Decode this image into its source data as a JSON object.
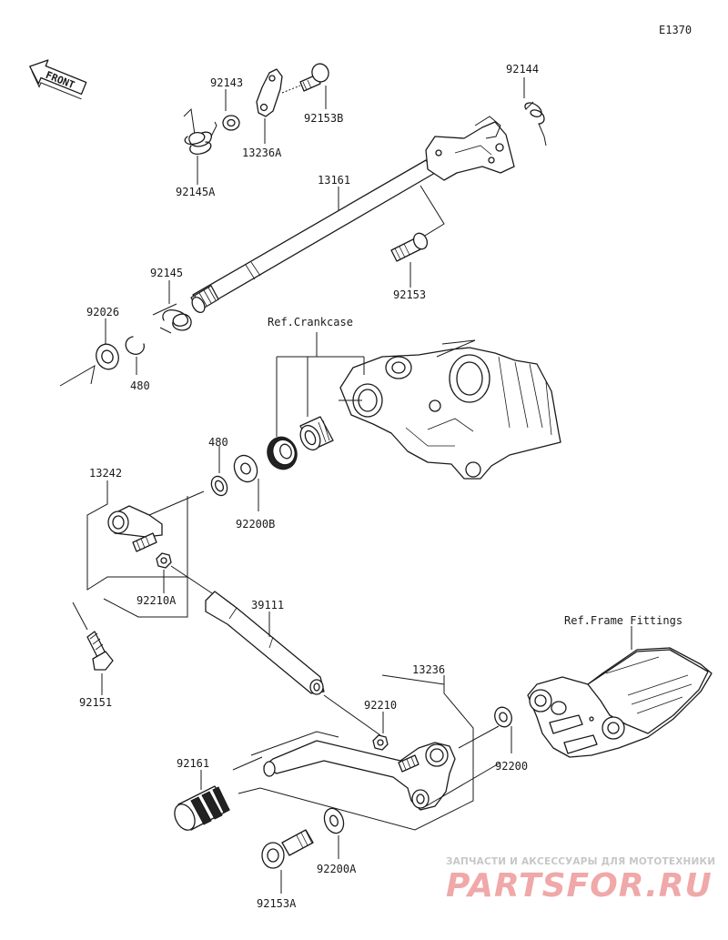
{
  "diagram_code": "E1370",
  "front_arrow": {
    "text": "FRONT",
    "icon": "front-direction-arrow"
  },
  "references": {
    "crankcase": "Ref.Crankcase",
    "frame_fittings": "Ref.Frame Fittings"
  },
  "part_numbers": {
    "p92143": "92143",
    "p92153B": "92153B",
    "p92144": "92144",
    "p13236A": "13236A",
    "p92145A": "92145A",
    "p13161": "13161",
    "p92153": "92153",
    "p92145": "92145",
    "p92026": "92026",
    "p480_lower": "480",
    "p480_upper": "480",
    "p13242": "13242",
    "p92200B": "92200B",
    "p92210A": "92210A",
    "p39111": "39111",
    "p92151": "92151",
    "p13236": "13236",
    "p92210": "92210",
    "p92200": "92200",
    "p92161": "92161",
    "p92200A": "92200A",
    "p92153A": "92153A"
  },
  "watermark": {
    "tagline": "ЗАПЧАСТИ И АКСЕССУАРЫ ДЛЯ МОТОТЕХНИКИ",
    "brand": "PARTSFOR.RU"
  }
}
